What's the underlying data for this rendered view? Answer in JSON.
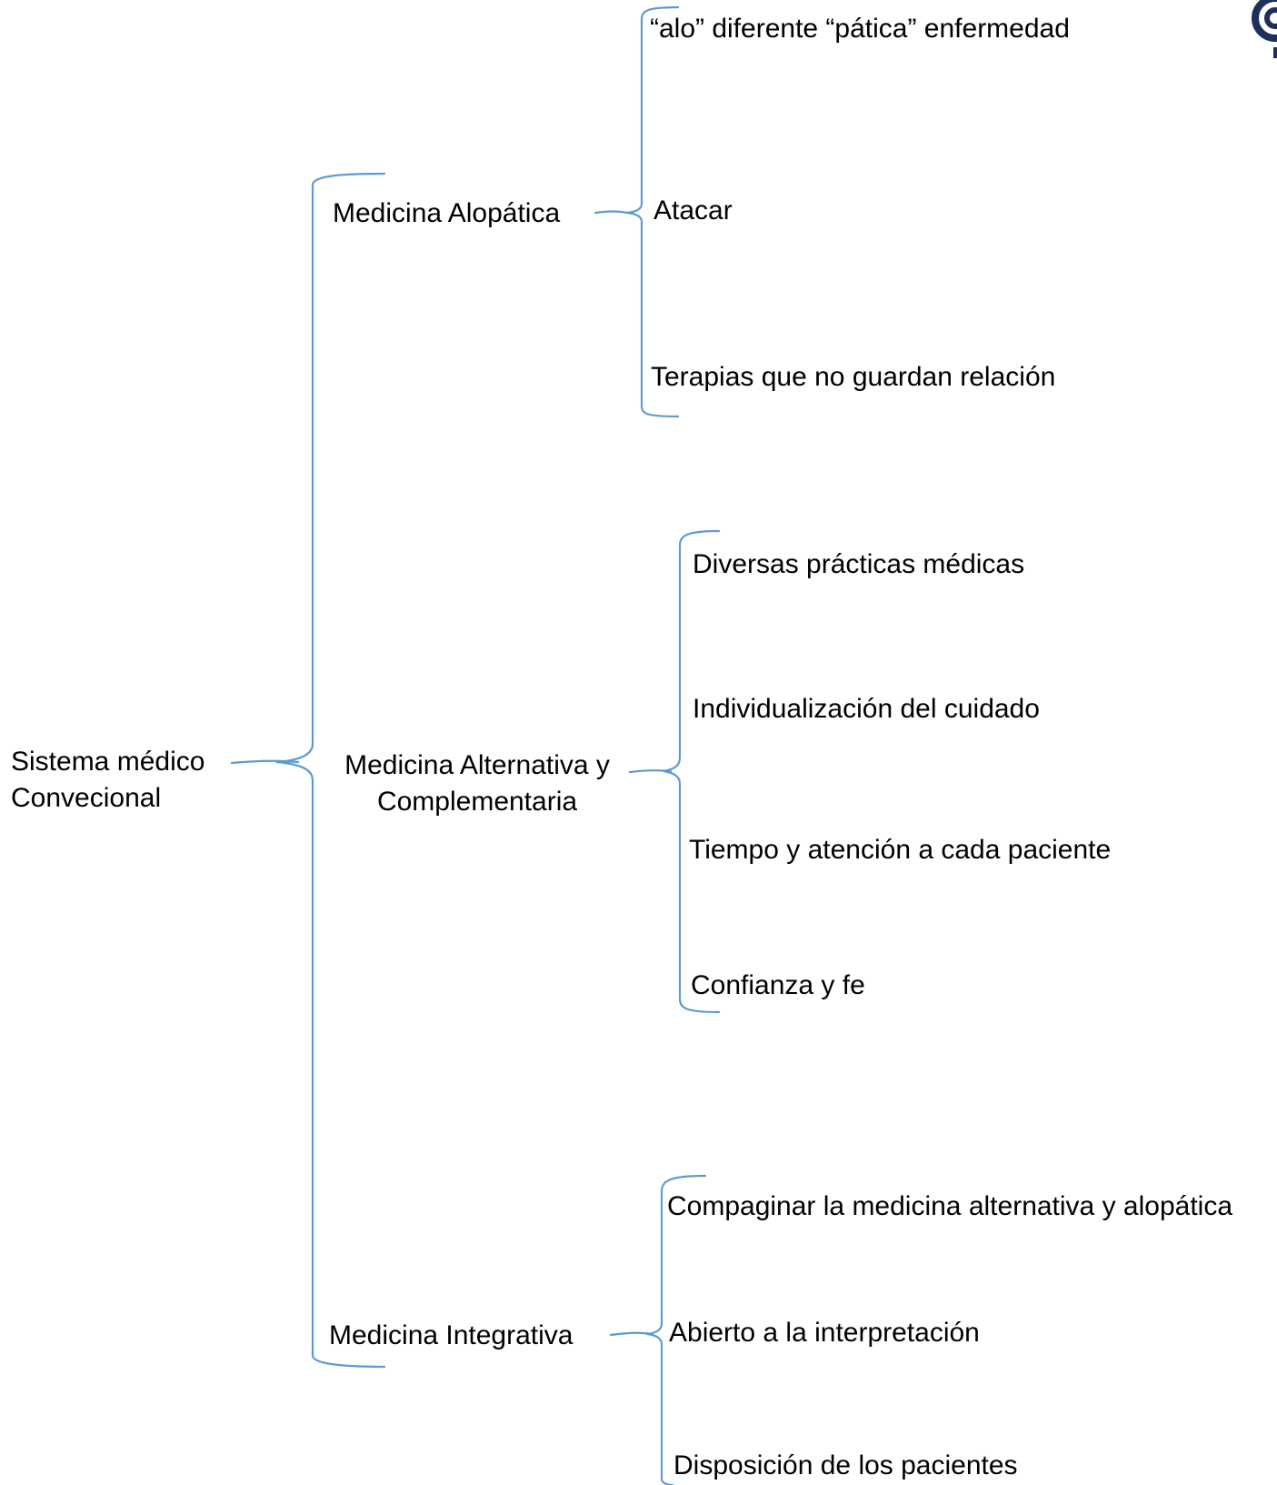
{
  "root": {
    "line1": "Sistema médico",
    "line2": "Convecional"
  },
  "categories": [
    {
      "label": "Medicina Alopática",
      "items": [
        "“alo” diferente “pática” enfermedad",
        "Atacar",
        "Terapias que no guardan relación"
      ]
    },
    {
      "label_line1": "Medicina Alternativa y",
      "label_line2": "Complementaria",
      "items": [
        "Diversas prácticas médicas",
        "Individualización del cuidado",
        "Tiempo y atención a cada paciente",
        "Confianza y fe"
      ]
    },
    {
      "label": "Medicina Integrativa",
      "items": [
        "Compaginar la medicina alternativa y alopática",
        "Abierto a la interpretación",
        "Disposición de los pacientes"
      ]
    }
  ],
  "colors": {
    "brace": "#5b9bd5",
    "text": "#000000",
    "logo": "#1f2f5c"
  },
  "icons": {
    "corner_logo": "logo-icon"
  }
}
